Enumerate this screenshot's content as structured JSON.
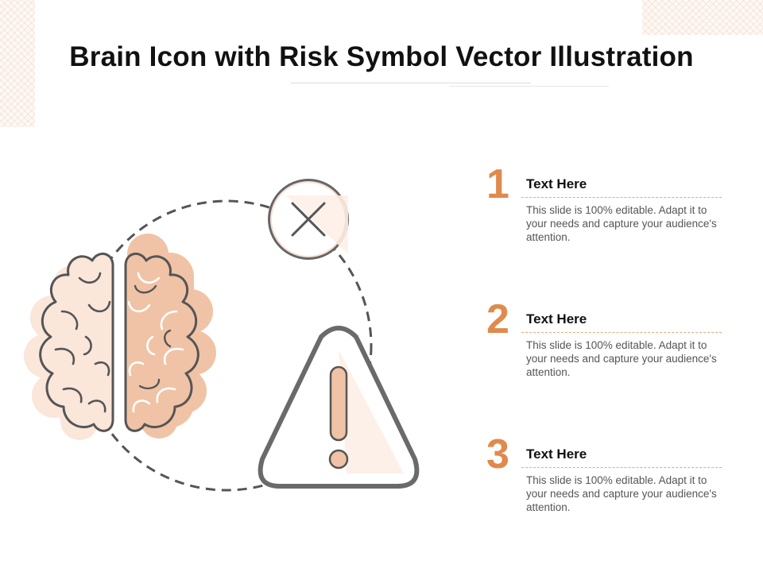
{
  "slide": {
    "title": "Brain Icon with Risk Symbol Vector Illustration"
  },
  "colors": {
    "accent": "#e08a4c",
    "brain_left_fill": "#fbe6da",
    "brain_right_fill": "#f0c3a6",
    "outline": "#555555"
  },
  "icons": [
    "brain-icon",
    "close-icon",
    "warning-icon"
  ],
  "items": [
    {
      "number": "1",
      "heading": "Text Here",
      "body": "This slide is 100% editable. Adapt it to your needs and capture your audience's attention."
    },
    {
      "number": "2",
      "heading": "Text Here",
      "body": "This slide is 100% editable. Adapt it to your needs and capture your audience's attention."
    },
    {
      "number": "3",
      "heading": "Text Here",
      "body": "This slide is 100% editable. Adapt it to your needs and capture your audience's attention."
    }
  ]
}
